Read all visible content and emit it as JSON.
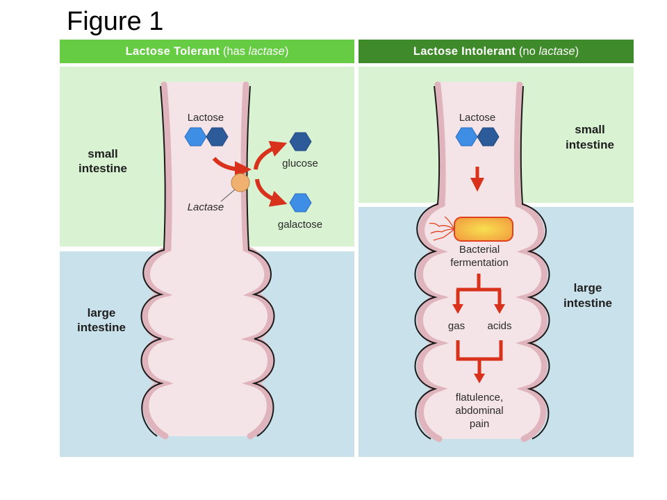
{
  "figure": {
    "title": "Figure 1"
  },
  "panels": {
    "left": {
      "header_bold": "Lactose Tolerant",
      "header_pre": " (has ",
      "header_italic": "lactase",
      "header_post": ")",
      "header_color": "#66cc44",
      "region_small": [
        "small",
        "intestine"
      ],
      "region_large": [
        "large",
        "intestine"
      ],
      "lactose_label": "Lactose",
      "enzyme_label": "Lactase",
      "product_1": "glucose",
      "product_2": "galactose"
    },
    "right": {
      "header_bold": "Lactose Intolerant",
      "header_pre": " (no ",
      "header_italic": "lactase",
      "header_post": ")",
      "header_color": "#3f8a2a",
      "region_small": [
        "small",
        "intestine"
      ],
      "region_large": [
        "large",
        "intestine"
      ],
      "lactose_label": "Lactose",
      "bacteria_label": [
        "Bacterial",
        "fermentation"
      ],
      "product_1": "gas",
      "product_2": "acids",
      "outcome": [
        "flatulence,",
        "abdominal",
        "pain"
      ]
    }
  },
  "colors": {
    "small_intestine_bg": "#d8f2d2",
    "large_intestine_bg": "#c8e1ea",
    "tube_fill": "#f4e4e7",
    "tube_wall": "#e0b4bc",
    "outline": "#1a1a1a",
    "arrow": "#d8311c",
    "glucose": "#2d5a99",
    "galactose": "#3f8ee6",
    "lactase": "#f0b070",
    "bacteria_stroke": "#e0401c"
  }
}
